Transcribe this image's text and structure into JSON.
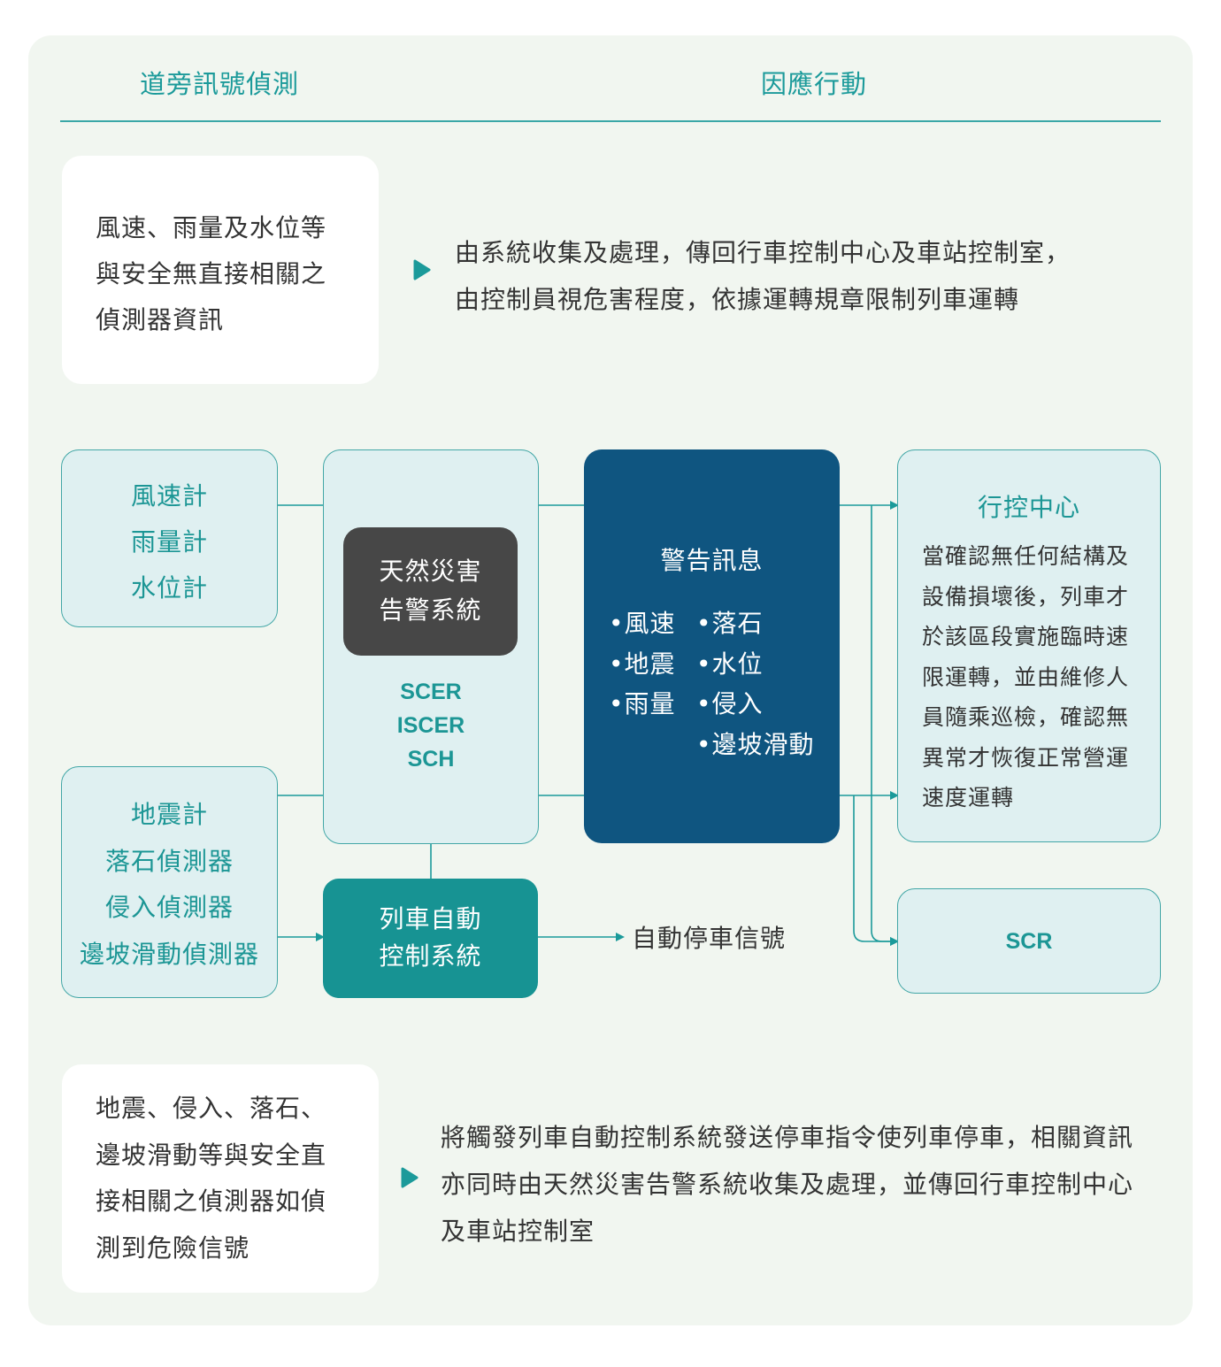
{
  "header": {
    "left": "道旁訊號偵測",
    "right": "因應行動"
  },
  "top_card": {
    "lines": [
      "風速、雨量及水位等",
      "與安全無直接相關之",
      "偵測器資訊"
    ],
    "response": [
      "由系統收集及處理，傳回行車控制中心及車站控制室，",
      "由控制員視危害程度，依據運轉規章限制列車運轉"
    ]
  },
  "diagram": {
    "weather_sensors": [
      "風速計",
      "雨量計",
      "水位計"
    ],
    "safety_sensors": [
      "地震計",
      "落石偵測器",
      "侵入偵測器",
      "邊坡滑動偵測器"
    ],
    "disaster_system": [
      "天然災害",
      "告警系統"
    ],
    "system_codes": [
      "SCER",
      "ISCER",
      "SCH"
    ],
    "atc_system": [
      "列車自動",
      "控制系統"
    ],
    "auto_stop_signal": "自動停車信號",
    "warning": {
      "title": "警告訊息",
      "col1": [
        "•風速",
        "•地震",
        "•雨量"
      ],
      "col2": [
        "•落石",
        "•水位",
        "•侵入",
        "•邊坡滑動"
      ]
    },
    "control_center": {
      "title": "行控中心",
      "lines": [
        "當確認無任何結構及",
        "設備損壞後，列車才",
        "於該區段實施臨時速",
        "限運轉，並由維修人",
        "員隨乘巡檢，確認無",
        "異常才恢復正常營運",
        "速度運轉"
      ]
    },
    "scr": "SCR"
  },
  "bottom_card": {
    "lines": [
      "地震、侵入、落石、",
      "邊坡滑動等與安全直",
      "接相關之偵測器如偵",
      "測到危險信號"
    ],
    "response": [
      "將觸發列車自動控制系統發送停車指令使列車停車，相關資訊",
      "亦同時由天然災害告警系統收集及處理，並傳回行車控制中心",
      "及車站控制室"
    ]
  },
  "colors": {
    "teal": "#1b9a9a",
    "navy": "#0f5580",
    "dark_gray": "#474747",
    "light_fill": "#dff0f1",
    "panel_bg": "#f1f6f0"
  }
}
